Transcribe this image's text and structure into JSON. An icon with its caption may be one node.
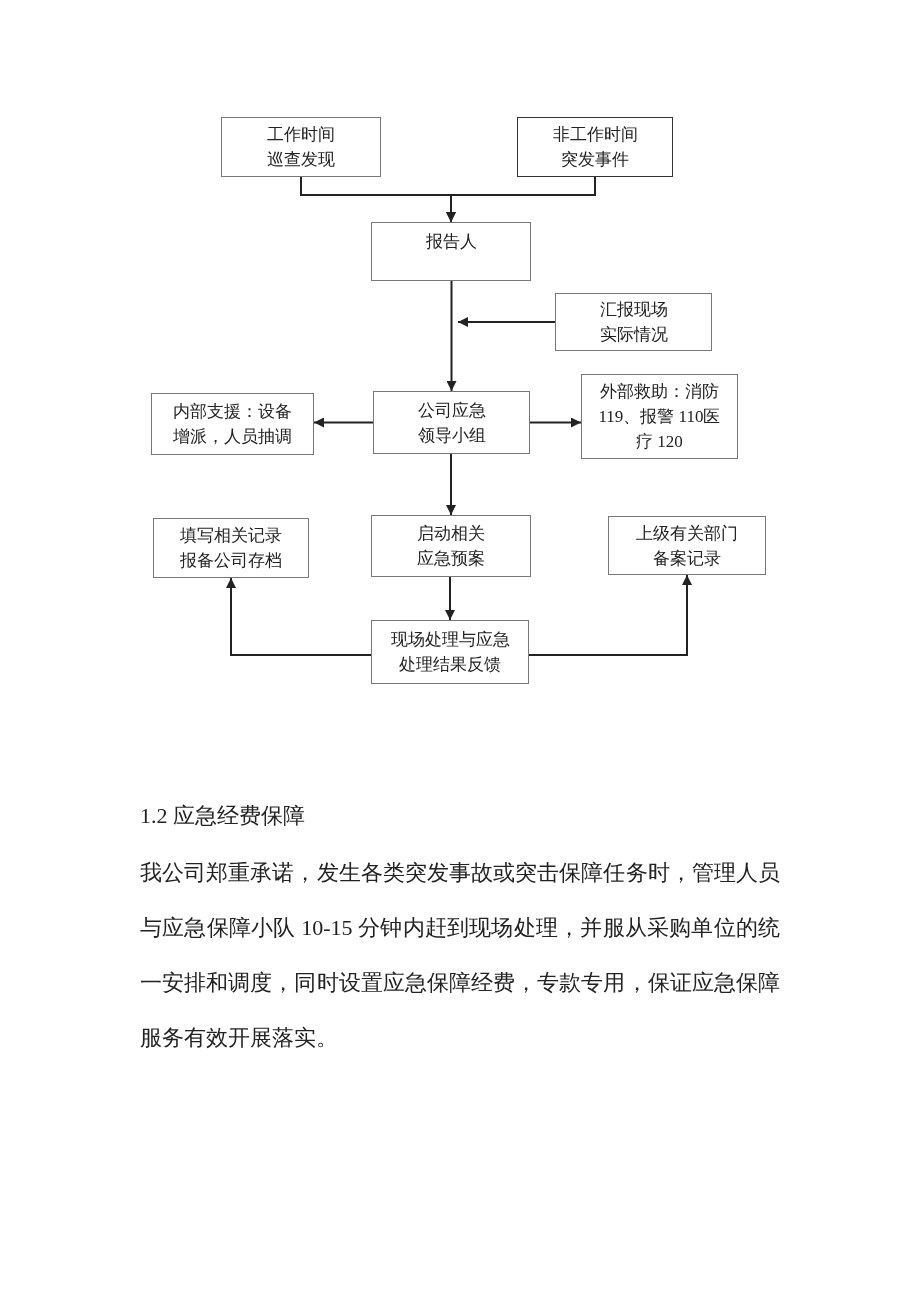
{
  "diagram": {
    "nodes": [
      {
        "text": [
          "工作时间巡查发现"
        ]
      },
      {
        "text": [
          "非工作时间突发事件"
        ]
      },
      {
        "text": [
          "报告人"
        ]
      },
      {
        "text": [
          "汇报现场实际情况"
        ]
      },
      {
        "text": [
          "公司应急领导小组"
        ]
      },
      {
        "text": [
          "内部支援：设备增派，人员抽调"
        ]
      },
      {
        "text": [
          "外部救助：消防119、报警 110医疗 120"
        ]
      },
      {
        "text": [
          "填写相关记录报备公司存档"
        ]
      },
      {
        "text": [
          "启动相关应急预案"
        ]
      },
      {
        "text": [
          "上级有关部门备案记录"
        ]
      },
      {
        "text": [
          "现场处理与应急处理结果反馈"
        ]
      }
    ],
    "edges": [
      {
        "from": 0,
        "to": 2,
        "arrow": "to"
      },
      {
        "from": 1,
        "to": 2,
        "arrow": "to"
      },
      {
        "from": 2,
        "to": 4,
        "arrow": "to"
      },
      {
        "from": 3,
        "to": null,
        "arrow": "to"
      },
      {
        "from": 4,
        "to": 5,
        "arrow": "to"
      },
      {
        "from": 4,
        "to": 6,
        "arrow": "to"
      },
      {
        "from": 4,
        "to": 8,
        "arrow": "to"
      },
      {
        "from": 8,
        "to": 10,
        "arrow": "to"
      },
      {
        "from": 10,
        "to": 7,
        "arrow": "to"
      },
      {
        "from": 10,
        "to": 9,
        "arrow": "to"
      }
    ],
    "labels": [
      "1.2 应急经费保障",
      "我公司郑重承诺，发生各类突发事故或突击保障任务时，管理人员与应急保障小队 10-15 分钟内赶到现场处理，并服从采购单位的统一安排和调度，同时设置应急保障经费，专款专用，保证应急保障服务有效开展落实。"
    ]
  }
}
